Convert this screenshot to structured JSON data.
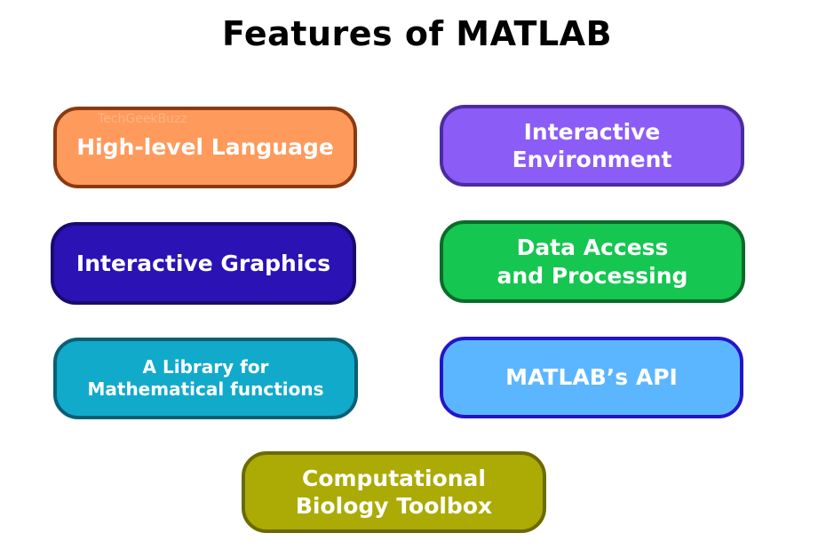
{
  "title": "Features of MATLAB",
  "watermark": "TechGeekBuzz",
  "boxes": [
    {
      "line1": "High-level Language",
      "line2": "",
      "fill": "#FE9A5C",
      "border": "#8A3A10"
    },
    {
      "line1": "Interactive",
      "line2": "Environment",
      "fill": "#8B5CF6",
      "border": "#4C2BA0"
    },
    {
      "line1": "Interactive Graphics",
      "line2": "",
      "fill": "#2B12B5",
      "border": "#1A0A6E"
    },
    {
      "line1": "Data Access",
      "line2": "and Processing",
      "fill": "#15C650",
      "border": "#0A6B2A"
    },
    {
      "line1": "A Library for",
      "line2": "Mathematical functions",
      "fill": "#12AACB",
      "border": "#0A5F74"
    },
    {
      "line1": "MATLAB’s API",
      "line2": "",
      "fill": "#5CB6FF",
      "border": "#2414C8"
    },
    {
      "line1": "Computational",
      "line2": "Biology Toolbox",
      "fill": "#ACAA05",
      "border": "#6B6A02"
    }
  ]
}
